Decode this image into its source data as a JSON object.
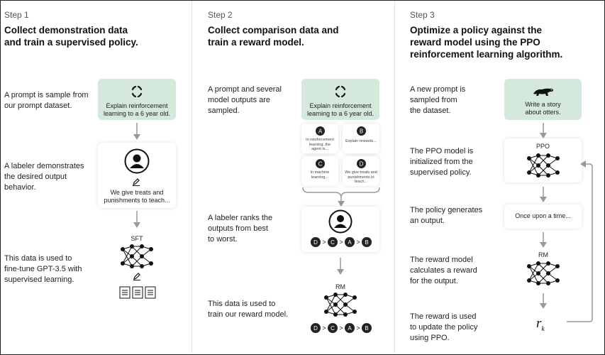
{
  "col1": {
    "step": "Step 1",
    "title": [
      "Collect demonstration data",
      "and train a supervised policy."
    ],
    "desc1": [
      "A prompt is sample from",
      "our prompt dataset."
    ],
    "desc2": [
      "A labeler demonstrates",
      "the desired output",
      "behavior."
    ],
    "desc3": [
      "This data is used to",
      "fine-tune GPT-3.5 with",
      "supervised learning."
    ],
    "prompt": [
      "Explain reinforcement",
      "learning to a 6 year old."
    ],
    "demo": [
      "We give treats and",
      "punishments to teach..."
    ],
    "model_label": "SFT"
  },
  "col2": {
    "step": "Step 2",
    "title": [
      "Collect comparison data and",
      "train a reward model."
    ],
    "desc1": [
      "A prompt and several",
      "model outputs are",
      "sampled."
    ],
    "desc2": [
      "A labeler ranks the",
      "outputs from best",
      "to worst."
    ],
    "desc3": [
      "This data is used to",
      "train our reward model."
    ],
    "prompt": [
      "Explain reinforcement",
      "learning to a 6 year old."
    ],
    "outputs": [
      {
        "letter": "A",
        "text": [
          "In reinforcement",
          "learning, the",
          "agent is..."
        ]
      },
      {
        "letter": "B",
        "text": [
          "Explain rewards..."
        ]
      },
      {
        "letter": "C",
        "text": [
          "In machine",
          "learning..."
        ]
      },
      {
        "letter": "D",
        "text": [
          "We give treats and",
          "punishments to",
          "teach..."
        ]
      }
    ],
    "ranking": [
      "D",
      "C",
      "A",
      "B"
    ],
    "model_label": "RM"
  },
  "col3": {
    "step": "Step 3",
    "title": [
      "Optimize a policy against the",
      "reward model using the PPO",
      "reinforcement learning algorithm."
    ],
    "desc1": [
      "A new prompt is",
      "sampled from",
      "the dataset."
    ],
    "desc2": [
      "The PPO model is",
      "initialized from the",
      "supervised policy."
    ],
    "desc3": [
      "The policy generates",
      "an output."
    ],
    "desc4": [
      "The reward model",
      "calculates a reward",
      "for the output."
    ],
    "desc5": [
      "The reward is used",
      "to update the policy",
      "using PPO."
    ],
    "prompt": [
      "Write a story",
      "about otters."
    ],
    "ppo_label": "PPO",
    "output_text": "Once upon a time...",
    "rm_label": "RM",
    "reward_symbol": "r",
    "reward_sub": "k"
  },
  "colors": {
    "card": "#d4e8dc",
    "arrow": "#999999",
    "ink": "#111111"
  }
}
